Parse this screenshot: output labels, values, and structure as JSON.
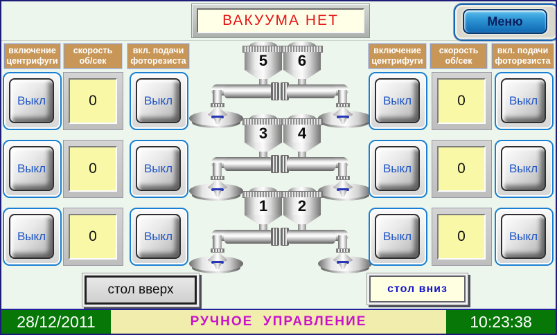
{
  "header": {
    "vacuum_status": "ВАКУУМА НЕТ",
    "menu_label": "Меню"
  },
  "left_panel": {
    "headers": [
      {
        "line1": "включение",
        "line2": "центрифуги"
      },
      {
        "line1": "скорость",
        "line2": "об/сек"
      },
      {
        "line1": "вкл. подачи",
        "line2": "фоторезиста"
      }
    ],
    "rows": [
      {
        "centrifuge": "Выкл",
        "speed": "0",
        "resist": "Выкл"
      },
      {
        "centrifuge": "Выкл",
        "speed": "0",
        "resist": "Выкл"
      },
      {
        "centrifuge": "Выкл",
        "speed": "0",
        "resist": "Выкл"
      }
    ]
  },
  "right_panel": {
    "headers": [
      {
        "line1": "включение",
        "line2": "центрифуги"
      },
      {
        "line1": "скорость",
        "line2": "об/сек"
      },
      {
        "line1": "вкл. подачи",
        "line2": "фоторезиста"
      }
    ],
    "rows": [
      {
        "centrifuge": "Выкл",
        "speed": "0",
        "resist": "Выкл"
      },
      {
        "centrifuge": "Выкл",
        "speed": "0",
        "resist": "Выкл"
      },
      {
        "centrifuge": "Выкл",
        "speed": "0",
        "resist": "Выкл"
      }
    ]
  },
  "schematic": {
    "tiers": [
      {
        "left_vessel": "5",
        "right_vessel": "6"
      },
      {
        "left_vessel": "3",
        "right_vessel": "4"
      },
      {
        "left_vessel": "1",
        "right_vessel": "2"
      }
    ]
  },
  "bottom": {
    "table_up_label": "стол вверх",
    "table_down_label": "стол вниз"
  },
  "status_bar": {
    "date": "28/12/2011",
    "mode": "РУЧНОЕ  УПРАВЛЕНИЕ",
    "time": "10:23:38"
  },
  "colors": {
    "background": "#ecf6ec",
    "alarm_text": "#e41414",
    "alarm_bg": "#ffffe8",
    "header_cell_bg": "#c89758",
    "button_text_blue": "#1b53c4",
    "display_bg": "#f8f8a6",
    "menu_button_blue": "#2f97d6",
    "status_green": "#077807",
    "mode_text_magenta": "#ca12ca",
    "table_down_text": "#1414cc"
  }
}
